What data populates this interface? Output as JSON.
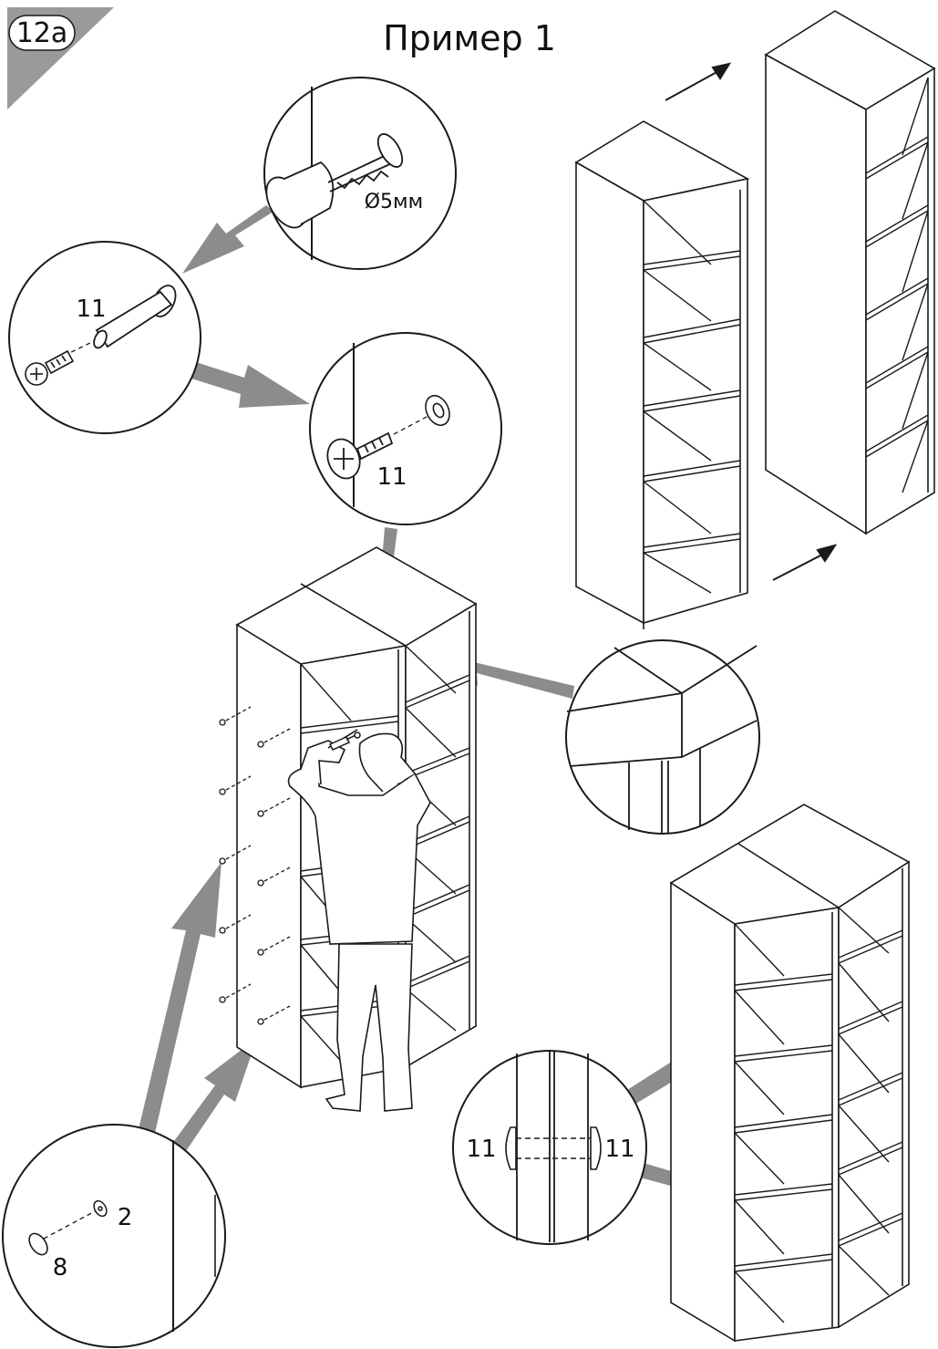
{
  "step": {
    "badge": "12a",
    "title": "Пример 1"
  },
  "callouts": {
    "drill": {
      "diameter_label": "Ø5мм"
    },
    "screw_assembly": {
      "part_label": "11"
    },
    "screw_inserted": {
      "part_label": "11"
    },
    "cap_fitting": {
      "cap_label": "8",
      "washer_label": "2"
    },
    "connector_section": {
      "left_label": "11",
      "right_label": "11"
    }
  },
  "colors": {
    "line": "#1a1a1a",
    "arrow": "#8c8c8c",
    "badge": "#9a9a9a",
    "background": "#ffffff"
  }
}
